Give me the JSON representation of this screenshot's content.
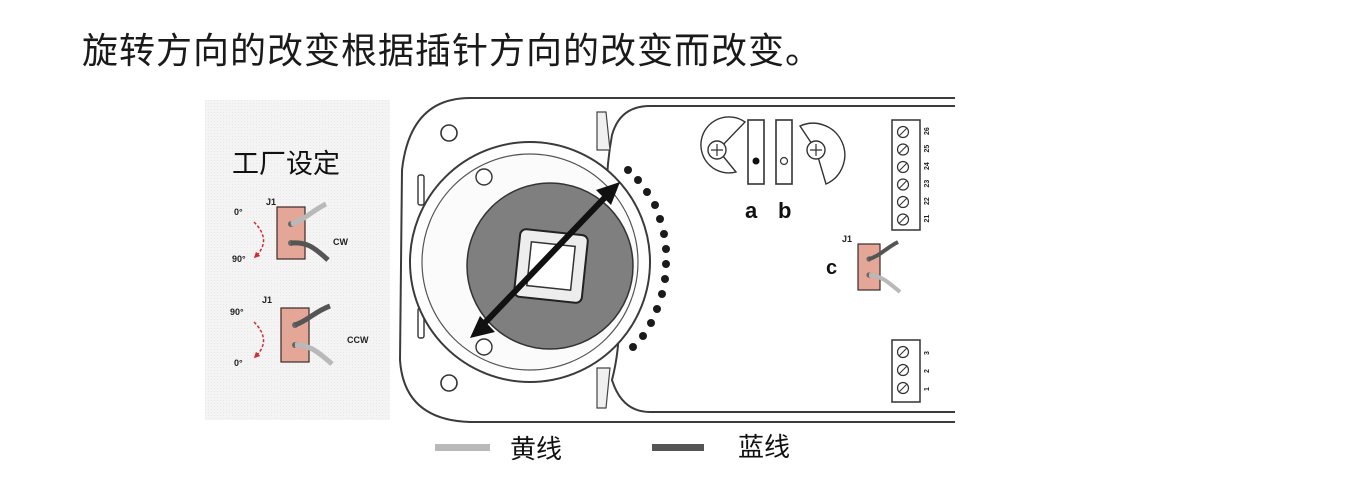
{
  "heading": "旋转方向的改变根据插针方向的改变而改变。",
  "factory": {
    "title": "工厂设定",
    "jumper_top": {
      "label": "J1",
      "angle_top": "0°",
      "angle_bottom": "90°",
      "direction": "CW"
    },
    "jumper_bottom": {
      "label": "J1",
      "angle_top": "90°",
      "angle_bottom": "0°",
      "direction": "CCW"
    }
  },
  "actuator": {
    "switch_labels": {
      "a": "a",
      "b": "b"
    },
    "jumper": {
      "label": "J1",
      "callout": "c"
    },
    "terminals_top": [
      "21",
      "22",
      "23",
      "24",
      "25",
      "26"
    ],
    "terminals_bottom": [
      "1",
      "2",
      "3"
    ]
  },
  "legend": {
    "yellow_label": "黄线",
    "blue_label": "蓝线",
    "yellow_color": "#b9b9b9",
    "blue_color": "#555555"
  }
}
